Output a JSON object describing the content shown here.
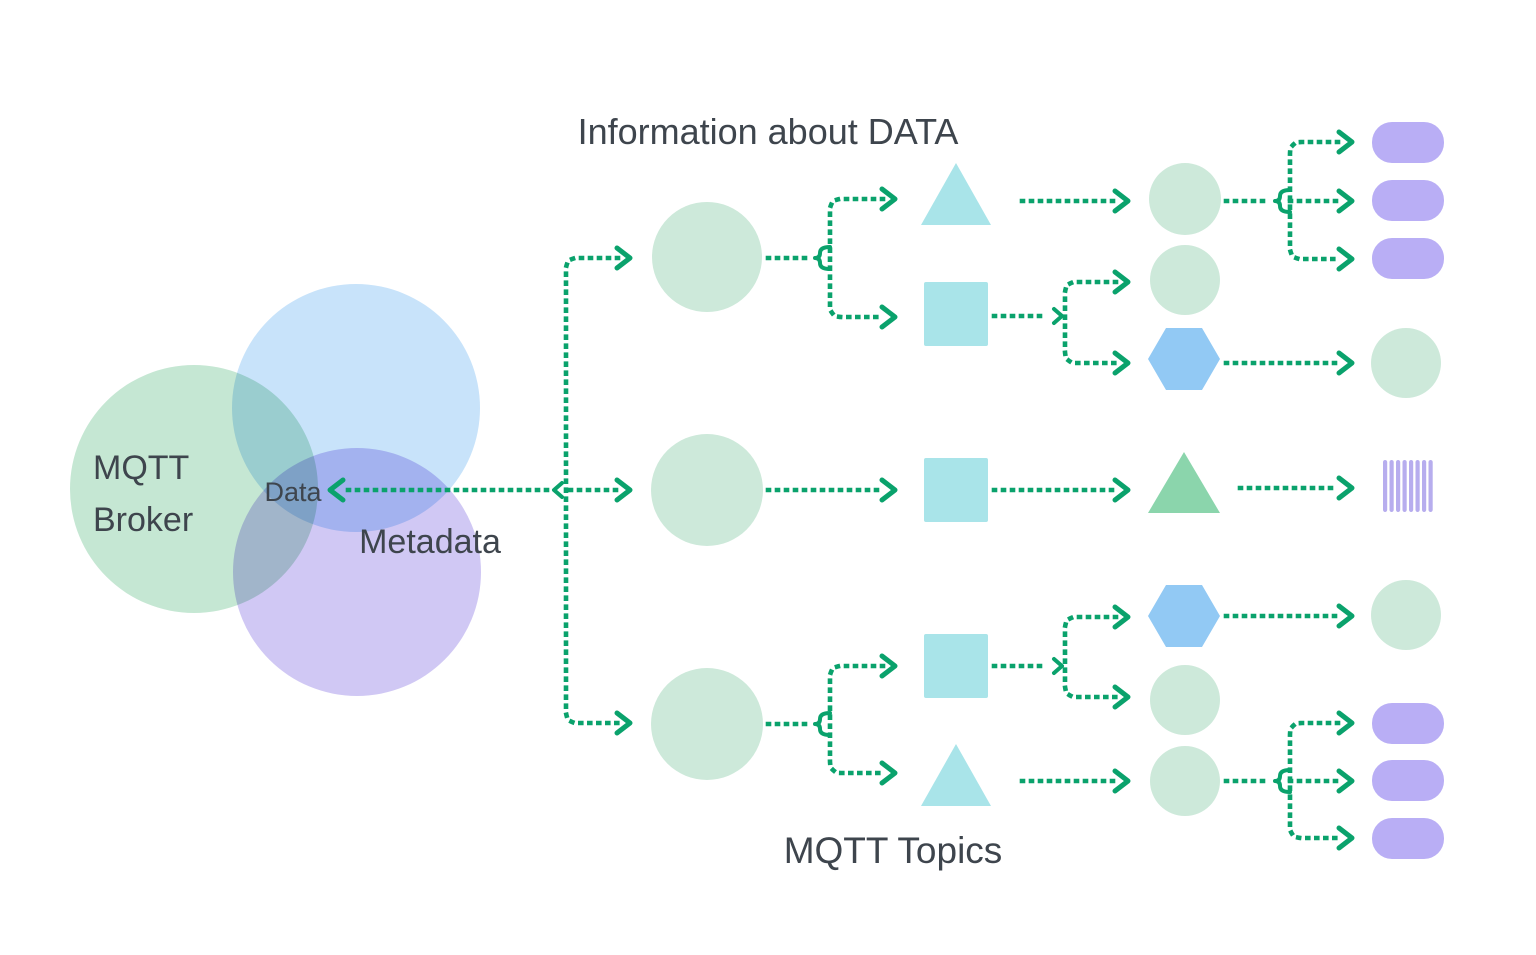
{
  "title": "Information about DATA",
  "footer_label": "MQTT Topics",
  "venn": {
    "broker_label_lines": [
      "MQTT",
      "Broker"
    ],
    "intersection_label": "Data",
    "metadata_label": "Metadata"
  },
  "palette": {
    "background": "#ffffff",
    "arrow": "#0aa26c",
    "text": "#3e454d",
    "venn_green": "#c5e7d3",
    "venn_blue": "#c8e3fa",
    "venn_purple": "#d0c8f4",
    "node_circle": "#cde9da",
    "node_teal": "#a9e4e9",
    "node_green_triangle": "#8bd5ac",
    "node_hexagon": "#92c9f4",
    "node_pill": "#b9aef5",
    "node_stripes": "#b7adee"
  }
}
